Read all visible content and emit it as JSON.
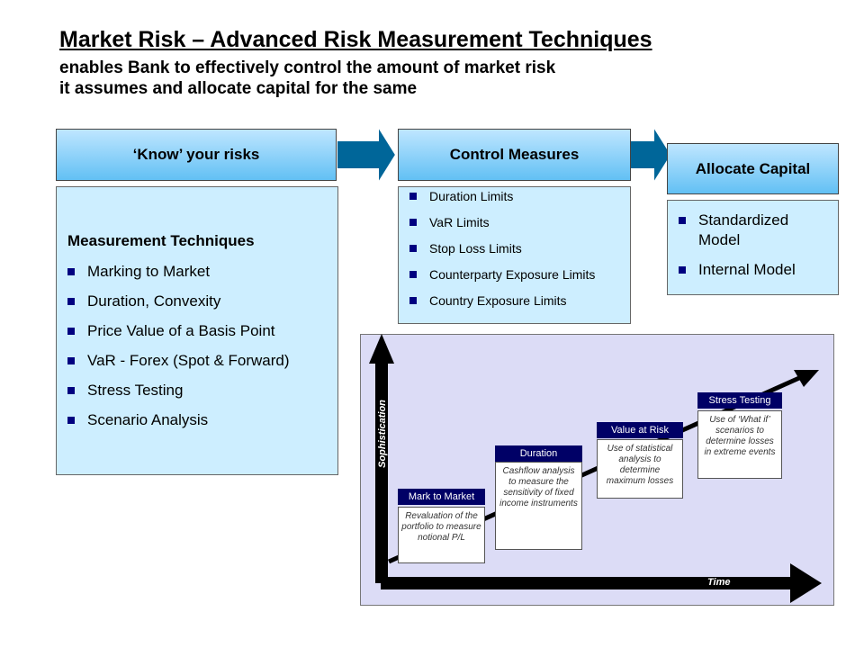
{
  "title": "Market Risk – Advanced Risk Measurement Techniques",
  "subtitle_lines": [
    "enables Bank to effectively control the amount of market risk",
    "it assumes and allocate capital for the same"
  ],
  "know": {
    "header": "‘Know’ your risks",
    "heading": "Measurement Techniques",
    "items": [
      "Marking to Market",
      "Duration, Convexity",
      "Price Value of a Basis Point",
      "VaR - Forex (Spot & Forward)",
      "Stress Testing",
      "Scenario Analysis"
    ]
  },
  "control": {
    "header": "Control Measures",
    "items": [
      "Duration Limits",
      "VaR Limits",
      "Stop Loss Limits",
      "Counterparty Exposure Limits",
      "Country Exposure Limits"
    ]
  },
  "allocate": {
    "header": "Allocate Capital",
    "items": [
      "Standardized Model",
      "Internal Model"
    ]
  },
  "sophistication_chart": {
    "y_axis": "Sophistication",
    "x_axis": "Time",
    "stages": [
      {
        "label": "Mark to Market",
        "desc": "Revaluation of the portfolio to measure notional P/L"
      },
      {
        "label": "Duration",
        "desc": "Cashflow analysis to measure the sensitivity of fixed income instruments"
      },
      {
        "label": "Value at Risk",
        "desc": "Use of statistical analysis to determine maximum losses"
      },
      {
        "label": "Stress Testing",
        "desc": "Use of ‘What if’ scenarios to determine losses in extreme events"
      }
    ]
  },
  "colors": {
    "header_blue": "#62c0f4",
    "panel_blue": "#cdeeff",
    "arrow_blue": "#006699",
    "navy": "#000066",
    "chart_bg": "#dcdcf6"
  }
}
